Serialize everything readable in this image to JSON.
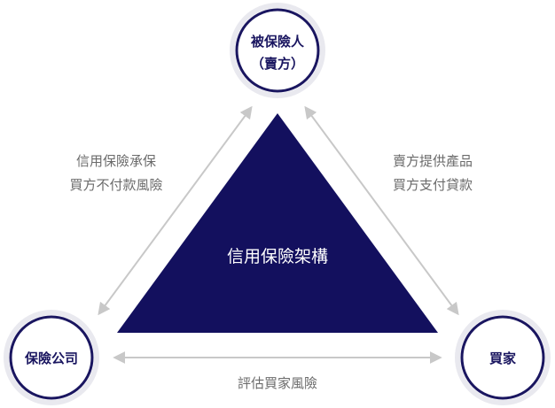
{
  "center": {
    "label": "信用保險架構"
  },
  "nodes": {
    "top": {
      "line1": "被保險人",
      "line2": "（賣方）"
    },
    "left": {
      "label": "保險公司"
    },
    "right": {
      "label": "買家"
    }
  },
  "edges": {
    "left": {
      "line1": "信用保險承保",
      "line2": "買方不付款風險"
    },
    "right": {
      "line1": "賣方提供產品",
      "line2": "買方支付貸款"
    },
    "bottom": {
      "label": "評估買家風險"
    }
  },
  "colors": {
    "primary": "#13105e",
    "node_border": "#1a1660",
    "arrow": "#c8c8c8",
    "edge_text": "#6b6b6b"
  }
}
